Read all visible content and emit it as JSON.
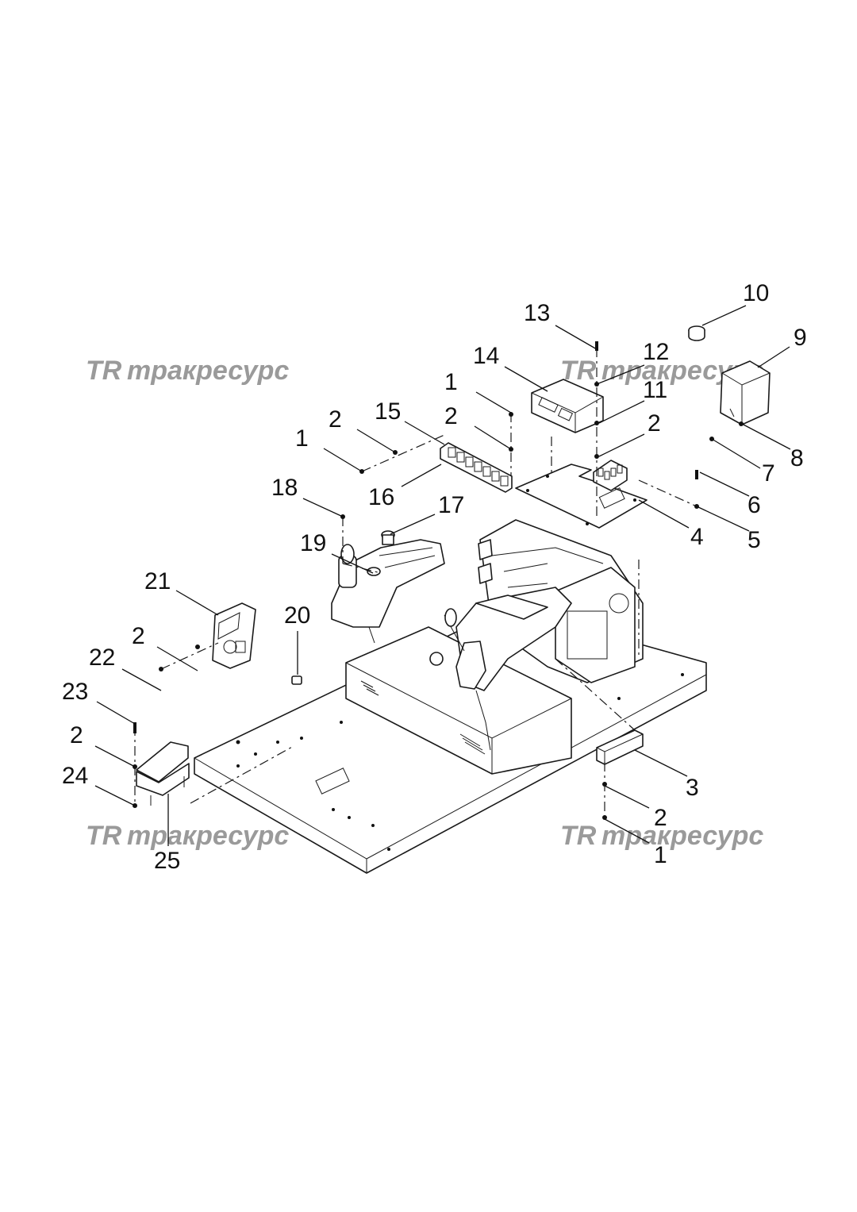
{
  "watermark": {
    "text": "тракресурс",
    "logo_text": "TR",
    "color": "#9a9a9a"
  },
  "callouts": {
    "c1a": "1",
    "c2a": "2",
    "c1b": "1",
    "c2b": "2",
    "c3": "3",
    "c4": "4",
    "c5": "5",
    "c6": "6",
    "c7": "7",
    "c8": "8",
    "c9": "9",
    "c10": "10",
    "c11": "11",
    "c2c": "2",
    "c12": "12",
    "c13": "13",
    "c14": "14",
    "c15": "15",
    "c16": "16",
    "c17": "17",
    "c18": "18",
    "c19": "19",
    "c20": "20",
    "c21": "21",
    "c2d": "2",
    "c22": "22",
    "c23": "23",
    "c2e": "2",
    "c24": "24",
    "c25": "25",
    "c2f": "2",
    "c1c": "1"
  }
}
